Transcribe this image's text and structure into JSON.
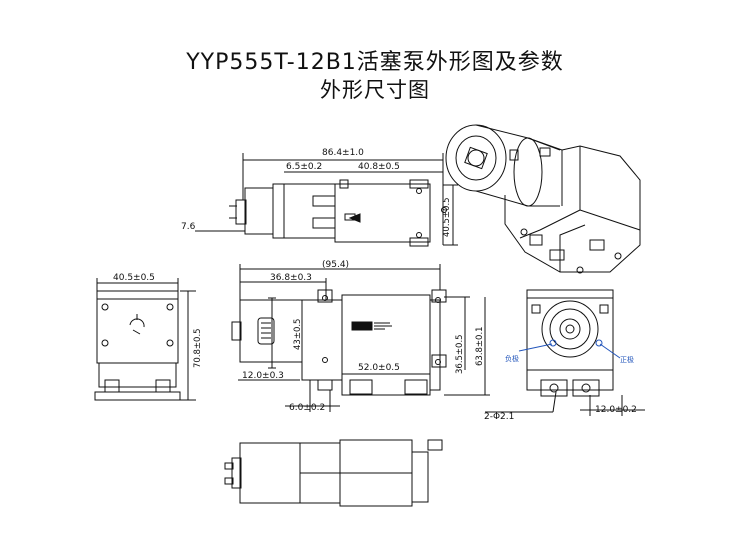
{
  "title": {
    "line1": "YYP555T-12B1活塞泵外形图及参数",
    "line2": "外形尺寸图"
  },
  "top_view": {
    "dim_overall": "86.4±1.0",
    "dim_a": "6.5±0.2",
    "dim_b": "40.8±0.5",
    "dim_left": "7.6",
    "dim_right_vertical": "40.5±0.5"
  },
  "front_view": {
    "dim_overall": "(95.4)",
    "dim_a": "36.8±0.3",
    "dim_motor_height": "43±0.5",
    "dim_pump_height": "36.5±0.5",
    "dim_total_height": "63.8±0.1",
    "dim_mount": "12.0±0.3",
    "dim_base": "52.0±0.5",
    "dim_foot": "6.0±0.2"
  },
  "left_view": {
    "dim_width": "40.5±0.5",
    "dim_height": "70.8±0.5"
  },
  "right_view": {
    "label_negative": "负极",
    "label_positive": "正极",
    "dim_holes": "2-Φ2.1",
    "dim_spacing": "12.0±0.2"
  },
  "colors": {
    "line": "#111111",
    "annotation": "#2255bb"
  }
}
